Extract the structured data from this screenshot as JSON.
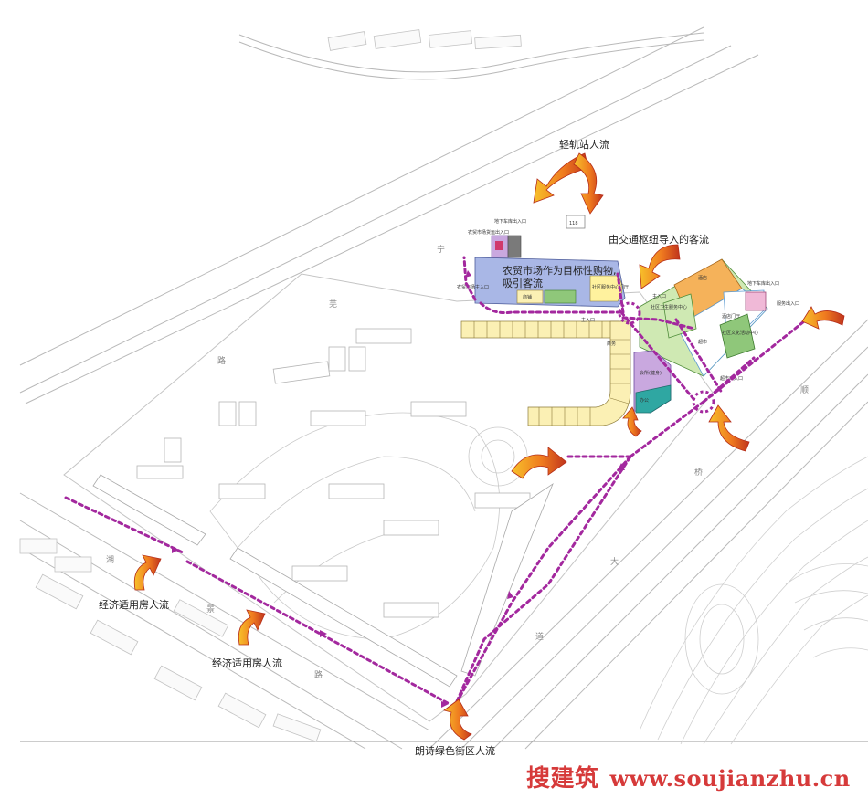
{
  "flows": {
    "light_rail": "轻轨站人流",
    "transit_hub": "由交通枢纽导入的客流",
    "affordable_upper": "经济适用房人流",
    "affordable_lower": "经济适用房人流",
    "langshi": "朗诗绿色街区人流"
  },
  "market_note": {
    "line1": "农贸市场作为目标性购物,",
    "line2": "吸引客流"
  },
  "road_marker": "118",
  "road_names": {
    "north": [
      "宁",
      "芜",
      "路"
    ],
    "south": [
      "顺",
      "桥",
      "大",
      "道"
    ],
    "west": [
      "湖",
      "景",
      "路"
    ]
  },
  "small_labels": {
    "metro_entry_top": "地下车库出入口",
    "market_freight": "农贸市场货运出入口",
    "market_entry": "农贸市场主入口",
    "community_service": "社区服务中心门厅",
    "shops": "商铺",
    "main_entry": "主入口",
    "hotel": "酒店",
    "school_entry": "主入口",
    "restaurant": "酒店门厅",
    "supermarket": "超市",
    "fitness": "会所(健身)",
    "office": "办公",
    "culture": "社区文化活动中心",
    "parking_right": "地下车库出入口",
    "service_entry": "服务出入口",
    "clinic": "社区卫生服务中心",
    "sales": "商务",
    "supermarket_entry": "超市出入口"
  },
  "watermark": {
    "cn": "搜建筑",
    "url": "www.soujianzhu.cn"
  },
  "colors": {
    "flow_path": "#a3289e",
    "arrow_outer": "#c0341d",
    "arrow_inner": "#f7b825",
    "shop_fill": "#fbf0b4",
    "market_fill": "#a9b7e6",
    "hotel_fill": "#f5b25a",
    "office_fill": "#cfe9b3",
    "fitness_fill": "#c9a8df",
    "culture_fill": "#f0b9d7",
    "green_fill": "#8fc77a",
    "teal_fill": "#2fa7a2",
    "watermark": "#d63a3a"
  }
}
